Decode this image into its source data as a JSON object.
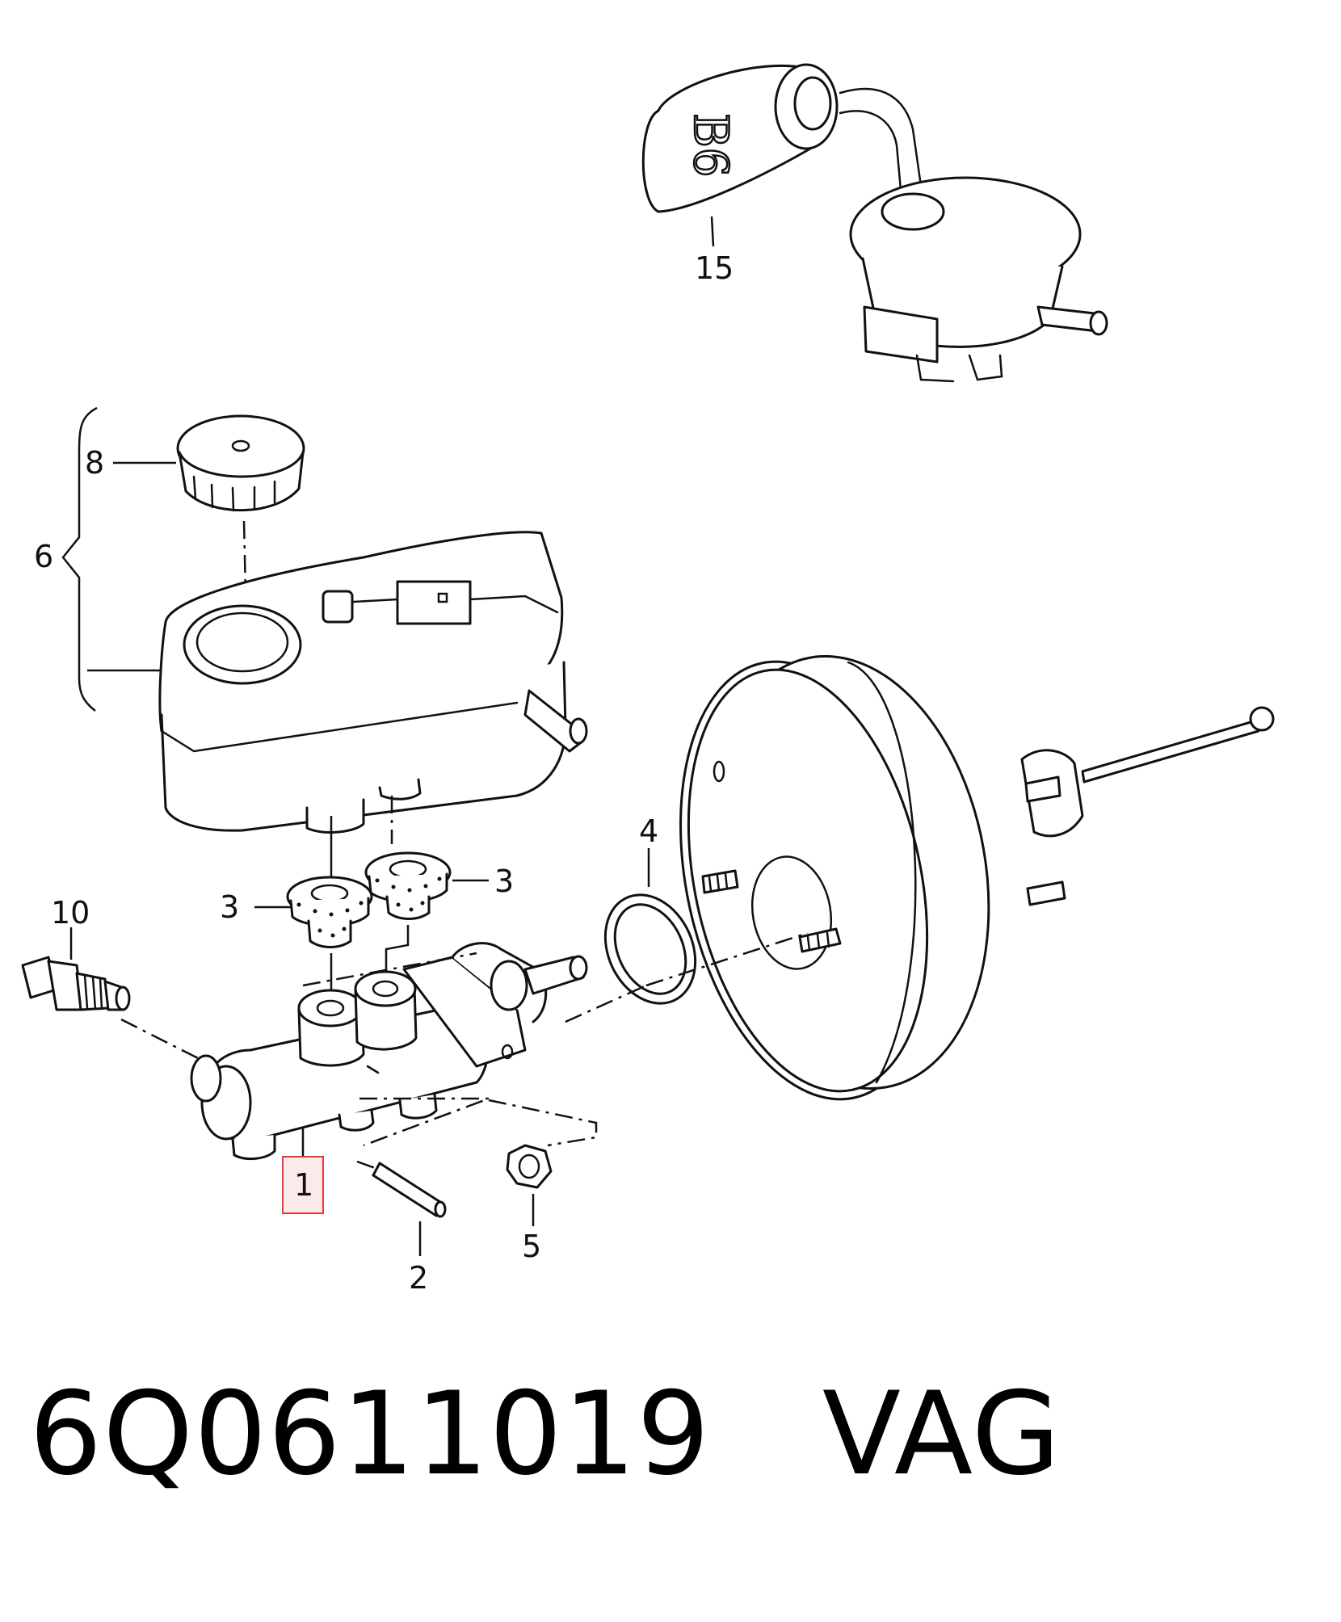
{
  "diagram": {
    "callouts": {
      "master_cylinder": "1",
      "pin": "2",
      "grommet_left": "3",
      "grommet_right": "3",
      "gasket": "4",
      "nut": "5",
      "reservoir_assembly": "6",
      "cap": "8",
      "sensor": "10",
      "container": "15"
    },
    "container_lettering": "B6",
    "highlighted_callout": "1",
    "highlight_color": "#e23b3b"
  },
  "caption": {
    "part_number": "6Q0611019",
    "brand": "VAG",
    "text": "6Q0611019   VAG"
  }
}
